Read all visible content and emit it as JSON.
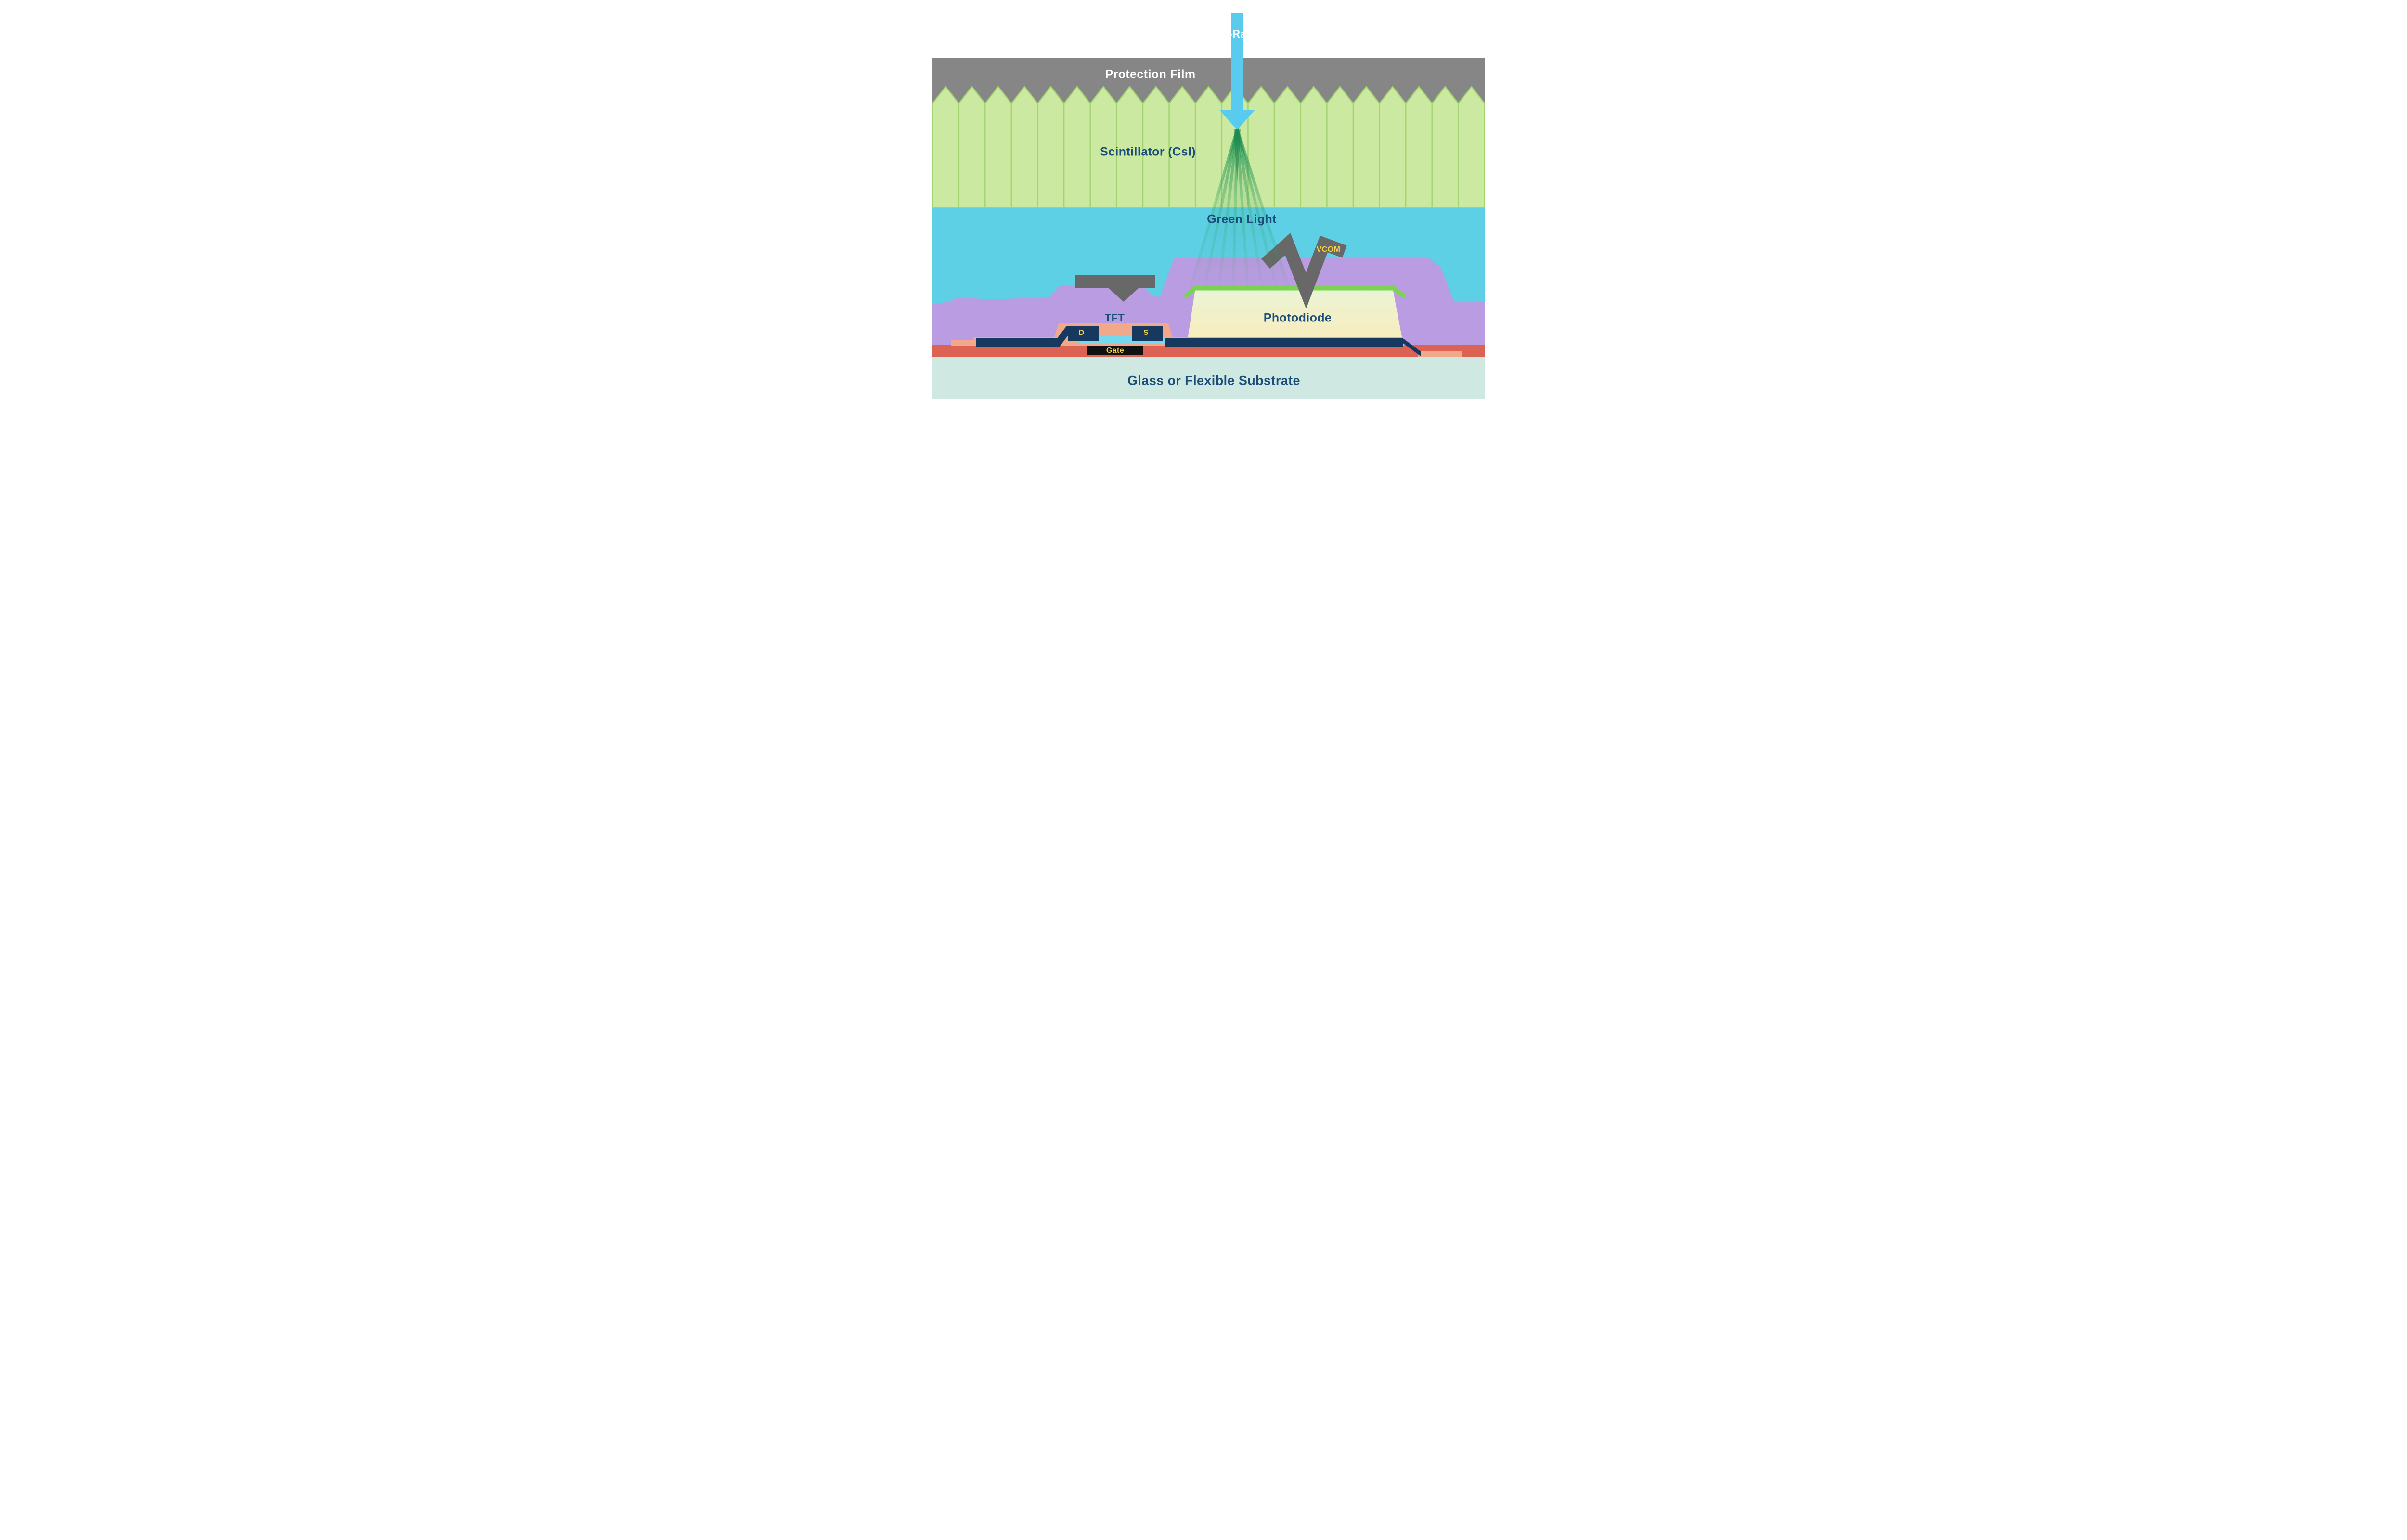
{
  "labels": {
    "xray": "X-Ray",
    "protection_film": "Protection Film",
    "scintillator": "Scintillator (CsI)",
    "green_light": "Green Light",
    "vcom": "VCOM",
    "tft": "TFT",
    "drain": "D",
    "source": "S",
    "gate": "Gate",
    "photodiode": "Photodiode",
    "substrate": "Glass or Flexible Substrate"
  },
  "colors": {
    "protection_film_gray": "#868686",
    "scintillator_green": "#cbe9a1",
    "scintillator_line": "#a2d36e",
    "light_layer_cyan": "#5dd0e6",
    "planarization_purple": "#b99ce1",
    "electrode_gray": "#686868",
    "photodiode_fill_top": "#e9f5d6",
    "photodiode_fill_bottom": "#f8edbe",
    "photodiode_top_green": "#7cd34f",
    "metal_navy": "#17395f",
    "channel_light_blue": "#74d9ef",
    "insulator_salmon": "#f2a88b",
    "insulator_red": "#dc6354",
    "gate_black": "#111111",
    "substrate_teal": "#cfe9e2",
    "xray_arrow_cyan": "#58cbee",
    "label_navy": "#1b4d7a",
    "label_yellow": "#f7d44a",
    "green_ray": "#1f8b4e"
  }
}
